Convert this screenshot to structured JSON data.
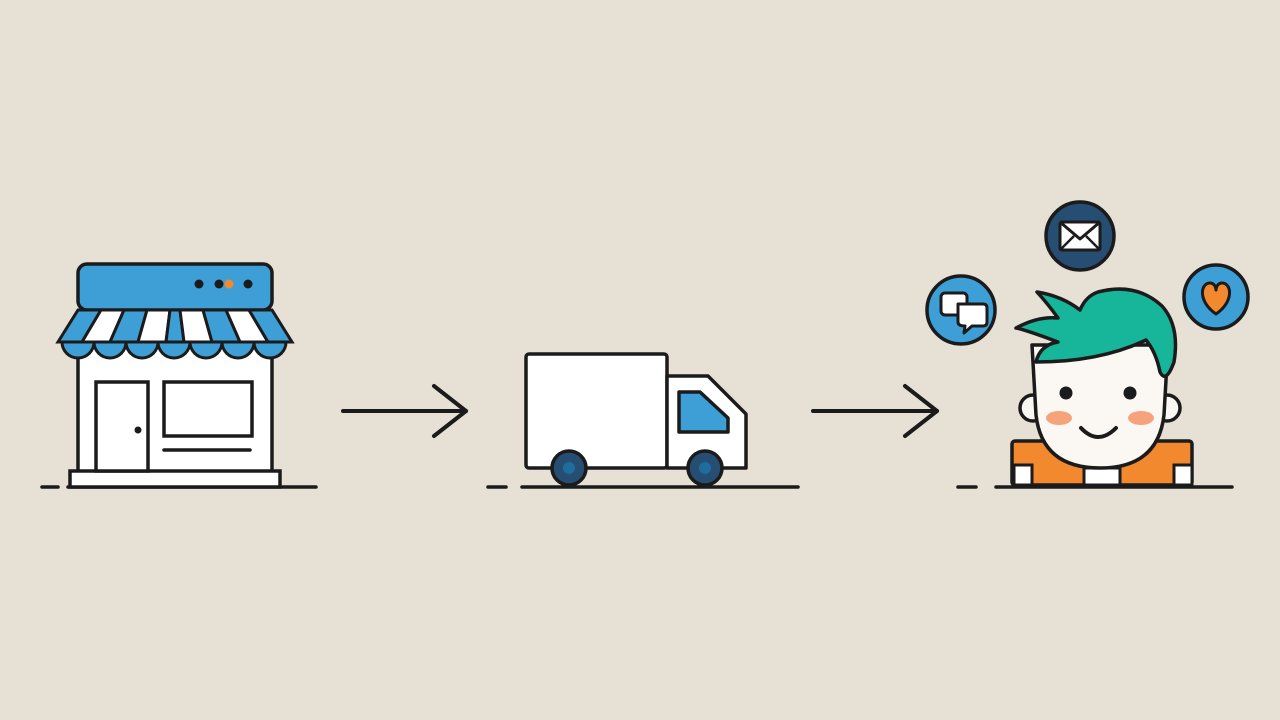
{
  "diagram": {
    "steps": [
      {
        "id": "store",
        "icon": "storefront-icon"
      },
      {
        "id": "delivery",
        "icon": "delivery-truck-icon"
      },
      {
        "id": "customer",
        "icon": "happy-customer-icon"
      }
    ],
    "connectors": [
      {
        "from": "store",
        "to": "delivery",
        "icon": "arrow-right-icon"
      },
      {
        "from": "delivery",
        "to": "customer",
        "icon": "arrow-right-icon"
      }
    ],
    "customer_reactions": [
      {
        "icon": "chat-bubbles-icon"
      },
      {
        "icon": "envelope-icon"
      },
      {
        "icon": "heart-icon"
      }
    ]
  },
  "colors": {
    "background": "#e6e0d5",
    "ink": "#1b1b1b",
    "blue": "#3d9fd6",
    "blue_dark": "#1f6d9e",
    "navy": "#264d72",
    "teal": "#17b59a",
    "orange": "#f2892f",
    "cheek": "#f6a37c",
    "white": "#ffffff",
    "face": "#fbf8f3"
  }
}
